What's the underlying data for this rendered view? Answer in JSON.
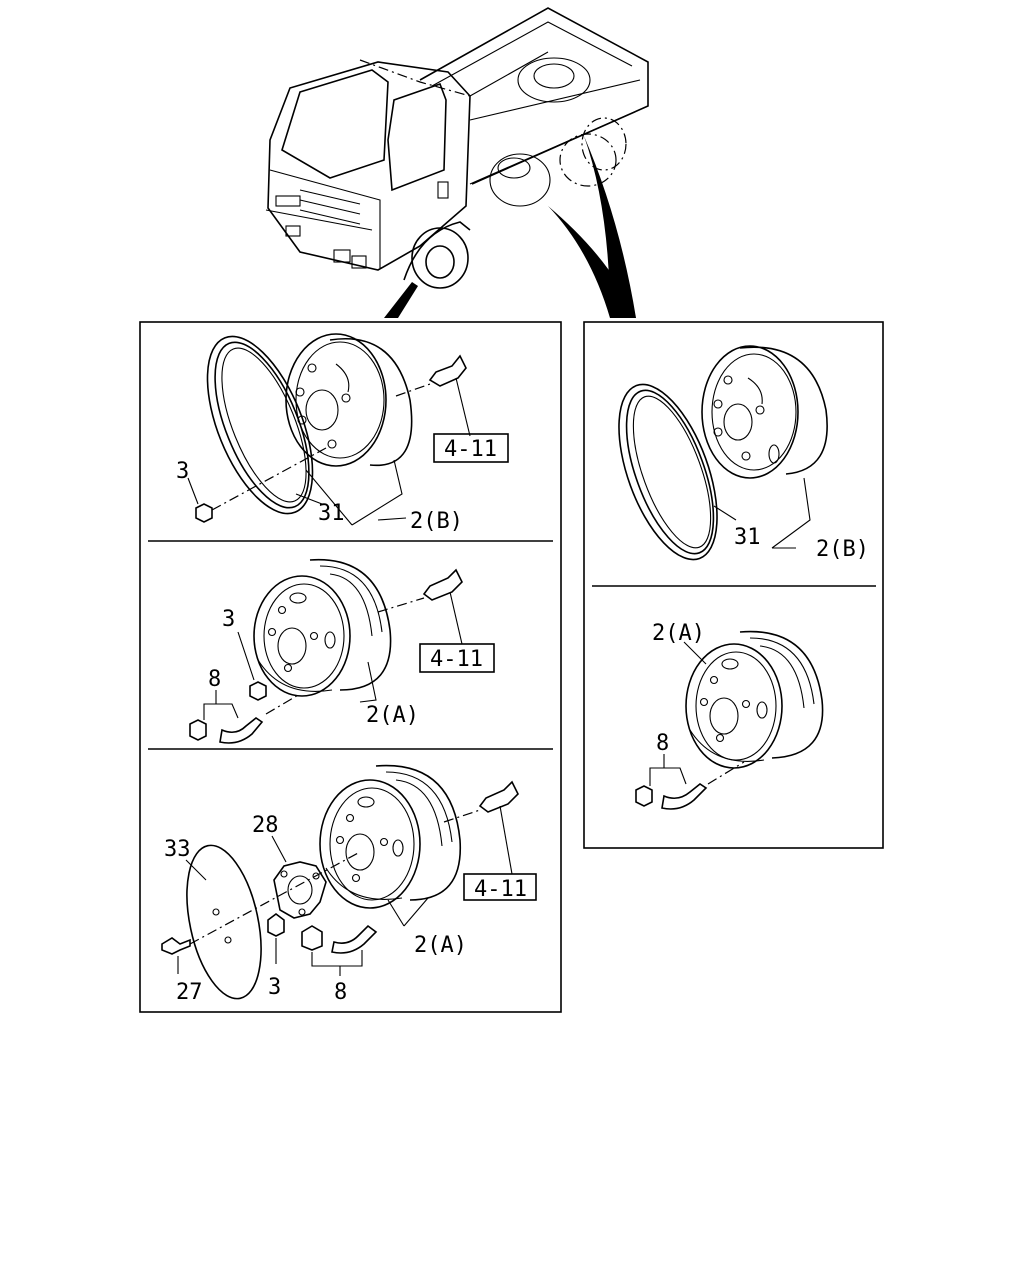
{
  "diagram": {
    "panel_front": {
      "top": {
        "labels": {
          "nut": "3",
          "ring": "31",
          "wheel": "2(B)"
        },
        "ref": "4-11"
      },
      "middle": {
        "labels": {
          "nut": "3",
          "valve": "8",
          "wheel": "2(A)"
        },
        "ref": "4-11"
      },
      "bottom": {
        "labels": {
          "disc": "33",
          "plate": "28",
          "bolt": "27",
          "nut": "3",
          "valve": "8",
          "wheel": "2(A)"
        },
        "ref": "4-11"
      }
    },
    "panel_rear": {
      "top": {
        "labels": {
          "ring": "31",
          "wheel": "2(B)"
        }
      },
      "bottom": {
        "labels": {
          "wheel": "2(A)",
          "valve": "8"
        }
      }
    }
  }
}
